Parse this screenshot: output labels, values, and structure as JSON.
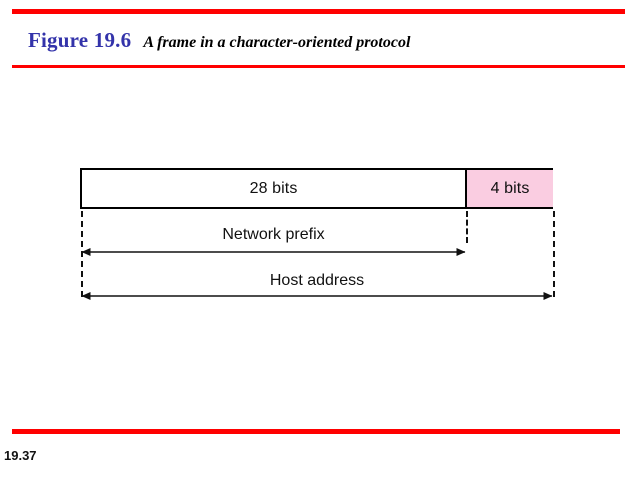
{
  "header": {
    "figure_label": "Figure 19.6",
    "caption": "A frame in a character-oriented protocol",
    "rule_color": "#ff0000",
    "label_color": "#3333aa"
  },
  "footer": {
    "slide_number": "19.37"
  },
  "diagram": {
    "title": "A frame in a character-oriented protocol",
    "segments": [
      {
        "name": "network-prefix-field",
        "label": "28 bits",
        "bits": 28,
        "fill": "#ffffff"
      },
      {
        "name": "host-suffix-field",
        "label": "4 bits",
        "bits": 4,
        "fill": "#facde1"
      }
    ],
    "measures": [
      {
        "name": "network-prefix",
        "label": "Network prefix",
        "spans_bits": 28
      },
      {
        "name": "host-address",
        "label": "Host address",
        "spans_bits": 32
      }
    ],
    "total_bits": 32,
    "border_color": "#000000"
  }
}
